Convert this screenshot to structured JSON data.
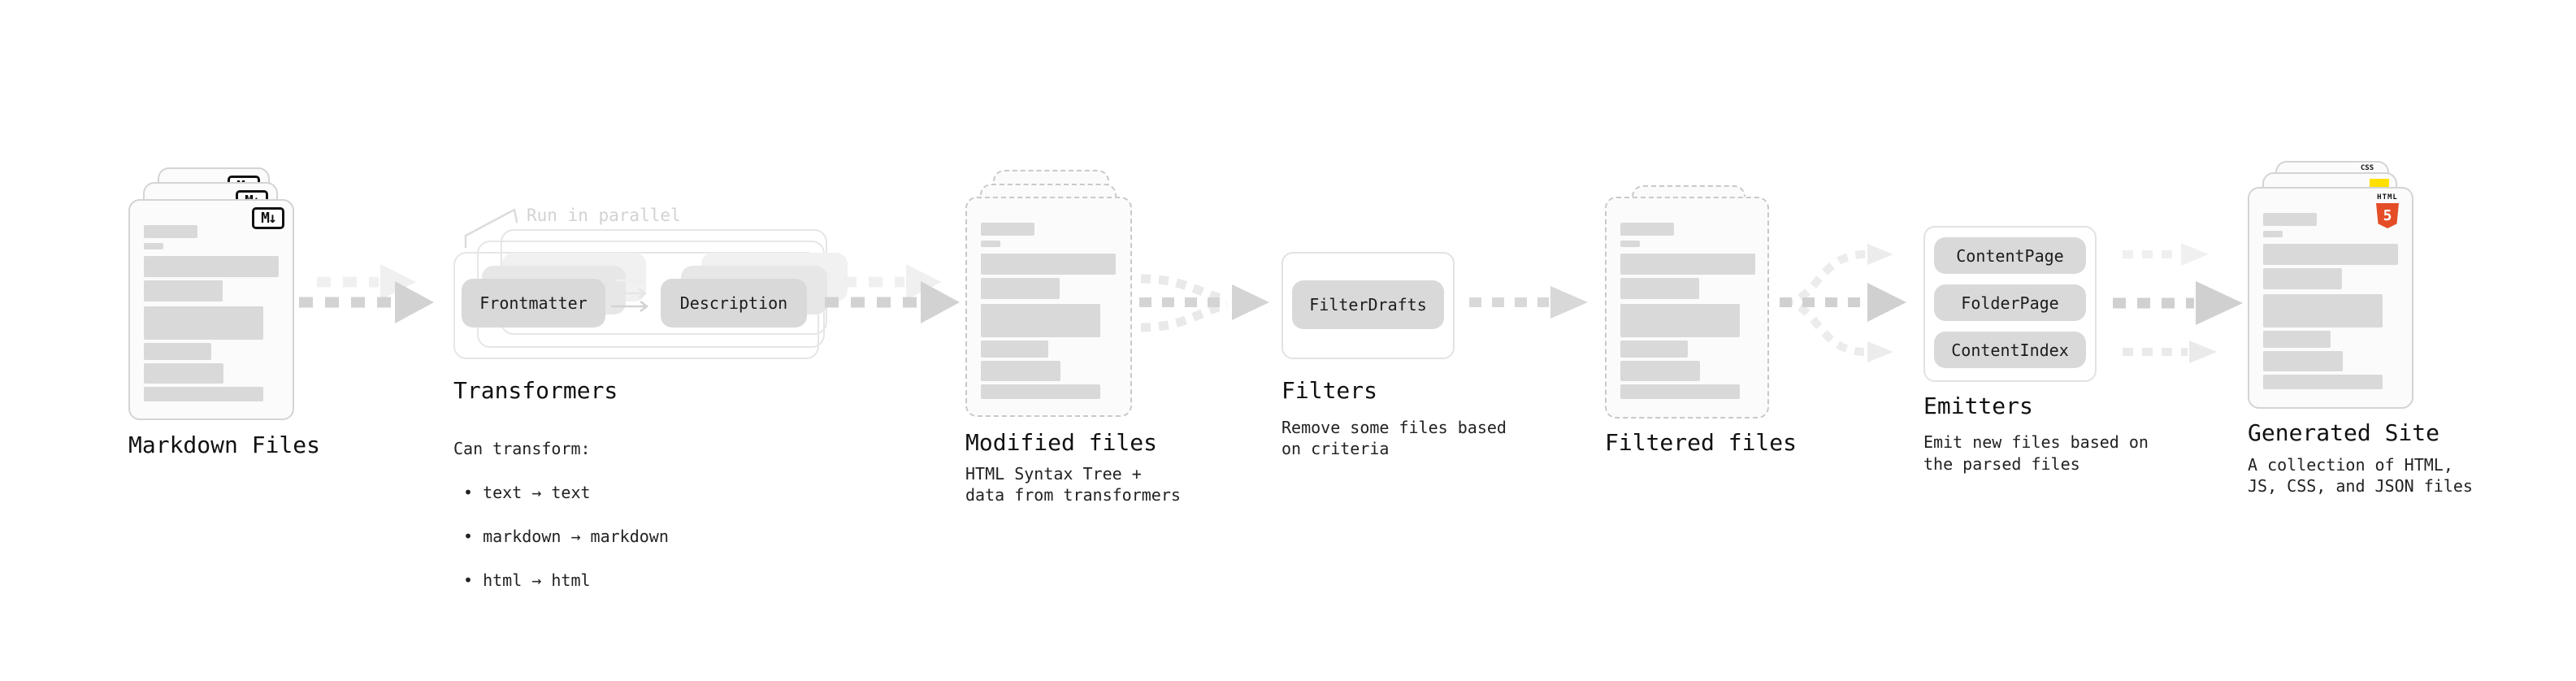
{
  "diagram": {
    "markdown": {
      "label": "Markdown Files",
      "icon_label": "M↓"
    },
    "transformers": {
      "annotation": "Run in parallel",
      "pill_frontmatter": "Frontmatter",
      "pill_description": "Description",
      "label": "Transformers",
      "desc_title": "Can transform:",
      "bullets": [
        "• text → text",
        "• markdown → markdown",
        "• html → html"
      ]
    },
    "modified": {
      "label": "Modified files",
      "desc": "HTML Syntax Tree +\ndata from transformers"
    },
    "filters": {
      "pill": "FilterDrafts",
      "label": "Filters",
      "desc": "Remove some files based\non criteria"
    },
    "filtered": {
      "label": "Filtered files"
    },
    "emitters": {
      "pills": [
        "ContentPage",
        "FolderPage",
        "ContentIndex"
      ],
      "label": "Emitters",
      "desc": "Emit new files based on\nthe parsed files"
    },
    "generated": {
      "label": "Generated Site",
      "desc": "A collection of HTML,\nJS, CSS, and JSON files",
      "css_badge": "CSS",
      "html_badge_title": "HTML",
      "html_badge_number": "5"
    }
  },
  "colors": {
    "card_border": "#d4d4d4",
    "dashed_border": "#c9c9c9",
    "pill_bg": "#d9d9d9",
    "arrow_main": "#d2d2d2",
    "arrow_light": "#ececec",
    "annotation_gray": "#d2d2d2",
    "html5_orange": "#e44d26",
    "js_yellow": "#ffe000",
    "css_blue": "#2b6bee"
  }
}
